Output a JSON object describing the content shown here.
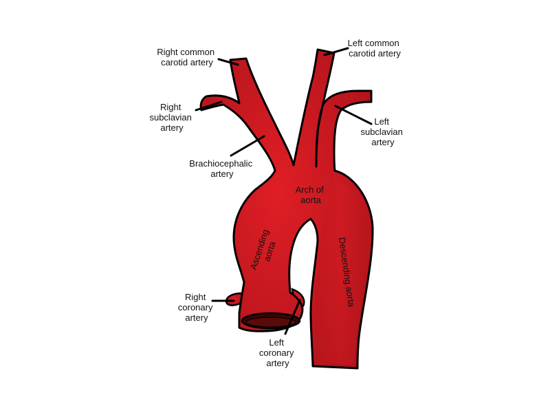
{
  "diagram": {
    "colors": {
      "vessel_fill": "#e01e25",
      "vessel_dark": "#a9121a",
      "outline": "#000000",
      "background": "#ffffff"
    },
    "labels": {
      "right_common_carotid": [
        "Right common",
        "carotid artery"
      ],
      "left_common_carotid": [
        "Left common",
        "carotid artery"
      ],
      "right_subclavian": [
        "Right",
        "subclavian",
        "artery"
      ],
      "left_subclavian": [
        "Left",
        "subclavian",
        "artery"
      ],
      "brachiocephalic": [
        "Brachiocephalic",
        "artery"
      ],
      "arch_of_aorta": [
        "Arch of",
        "aorta"
      ],
      "ascending_aorta": [
        "Ascending",
        "aorta"
      ],
      "descending_aorta": [
        "Descending aorta"
      ],
      "right_coronary": [
        "Right",
        "coronary",
        "artery"
      ],
      "left_coronary": [
        "Left",
        "coronary",
        "artery"
      ]
    }
  }
}
